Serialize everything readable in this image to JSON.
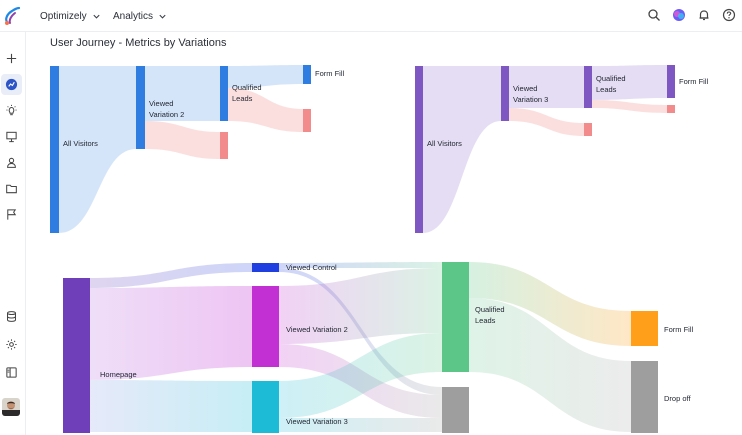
{
  "app": {
    "logo": "optimizely-logo-icon"
  },
  "topbar": {
    "menus": [
      {
        "label": "Optimizely"
      },
      {
        "label": "Analytics"
      }
    ],
    "icons": [
      "search-icon",
      "ai-assistant-icon",
      "bell-icon",
      "help-icon"
    ]
  },
  "sidebar": {
    "items": [
      {
        "icon": "plus-icon",
        "active": false
      },
      {
        "icon": "insights-icon",
        "active": true
      },
      {
        "icon": "lightbulb-icon",
        "active": false
      },
      {
        "icon": "presentation-icon",
        "active": false
      },
      {
        "icon": "user-icon",
        "active": false
      },
      {
        "icon": "folder-icon",
        "active": false
      },
      {
        "icon": "flag-icon",
        "active": false
      }
    ],
    "bottom_items": [
      {
        "icon": "database-icon"
      },
      {
        "icon": "settings-icon"
      },
      {
        "icon": "panel-icon"
      }
    ],
    "avatar": "user-avatar"
  },
  "page": {
    "title": "User Journey - Metrics by Variations"
  },
  "charts": {
    "left_top": {
      "nodes": {
        "all_visitors": "All Visitors",
        "viewed_variation": "Viewed Variation 2",
        "qualified_leads": "Qualified Leads",
        "form_fill": "Form Fill"
      }
    },
    "right_top": {
      "nodes": {
        "all_visitors": "All Visitors",
        "viewed_variation": "Viewed Variation 3",
        "qualified_leads": "Qualified Leads",
        "form_fill": "Form Fill"
      }
    },
    "bottom": {
      "nodes": {
        "homepage": "Homepage",
        "viewed_control": "Viewed Control",
        "viewed_variation_2": "Viewed Variation 2",
        "viewed_variation_3": "Viewed Variation 3",
        "qualified_leads": "Qualified Leads",
        "form_fill": "Form Fill",
        "drop_off": "Drop off"
      }
    }
  },
  "colors": {
    "blue": "#2f7de1",
    "purple": "#7e57c2",
    "red": "#f28b8b",
    "magenta": "#c22fd3",
    "cyan": "#1ebbd7",
    "green": "#5cc588",
    "orange": "#ff9f1a",
    "grey": "#9e9e9e",
    "dark_purple": "#6e3fb8",
    "royal_blue": "#1f3fe0"
  }
}
